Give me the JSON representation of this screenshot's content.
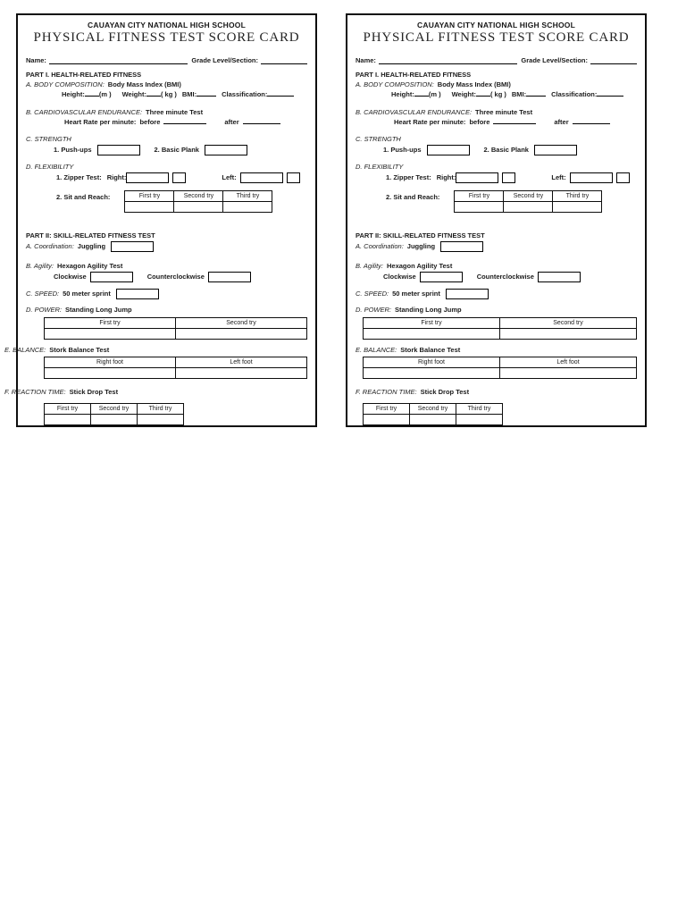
{
  "card": {
    "school": "CAUAYAN CITY NATIONAL HIGH SCHOOL",
    "title": "PHYSICAL FITNESS TEST SCORE CARD",
    "name_label": "Name:",
    "grade_label": "Grade Level/Section:",
    "part1": {
      "heading": "PART I. HEALTH-RELATED FITNESS",
      "a_label": "A. BODY COMPOSITION:",
      "a_value": "Body Mass Index (BMI)",
      "height_label": "Height:",
      "height_unit": "(m )",
      "weight_label": "Weight:",
      "weight_unit": "( kg )",
      "bmi_label": "BMI:",
      "classification_label": "Classification:",
      "b_label": "B. CARDIOVASCULAR ENDURANCE:",
      "b_value": "Three minute Test",
      "heart_rate_label": "Heart Rate per minute:",
      "before_label": "before",
      "after_label": "after",
      "c_label": "C. STRENGTH",
      "pushups_label": "1. Push-ups",
      "plank_label": "2. Basic Plank",
      "d_label": "D. FLEXIBILITY",
      "zipper_label": "1. Zipper Test:",
      "right_label": "Right:",
      "left_label": "Left:",
      "sit_reach_label": "2. Sit and Reach:",
      "sit_reach_headers": [
        "First try",
        "Second try",
        "Third try"
      ]
    },
    "part2": {
      "heading": "PART II: SKILL-RELATED FITNESS TEST",
      "a_label": "A. Coordination:",
      "a_value": "Juggling",
      "b_label": "B. Agility:",
      "b_value": "Hexagon Agility Test",
      "clockwise_label": "Clockwise",
      "counterclockwise_label": "Counterclockwise",
      "c_label": "C. SPEED:",
      "c_value": "50 meter sprint",
      "d_label": "D. POWER:",
      "d_value": "Standing Long Jump",
      "power_headers": [
        "First try",
        "Second try"
      ],
      "e_label": "E. BALANCE:",
      "e_value": "Stork Balance Test",
      "balance_headers": [
        "Right foot",
        "Left foot"
      ],
      "f_label": "F. REACTION TIME:",
      "f_value": "Stick Drop Test",
      "reaction_headers": [
        "First try",
        "Second try",
        "Third try"
      ]
    }
  }
}
